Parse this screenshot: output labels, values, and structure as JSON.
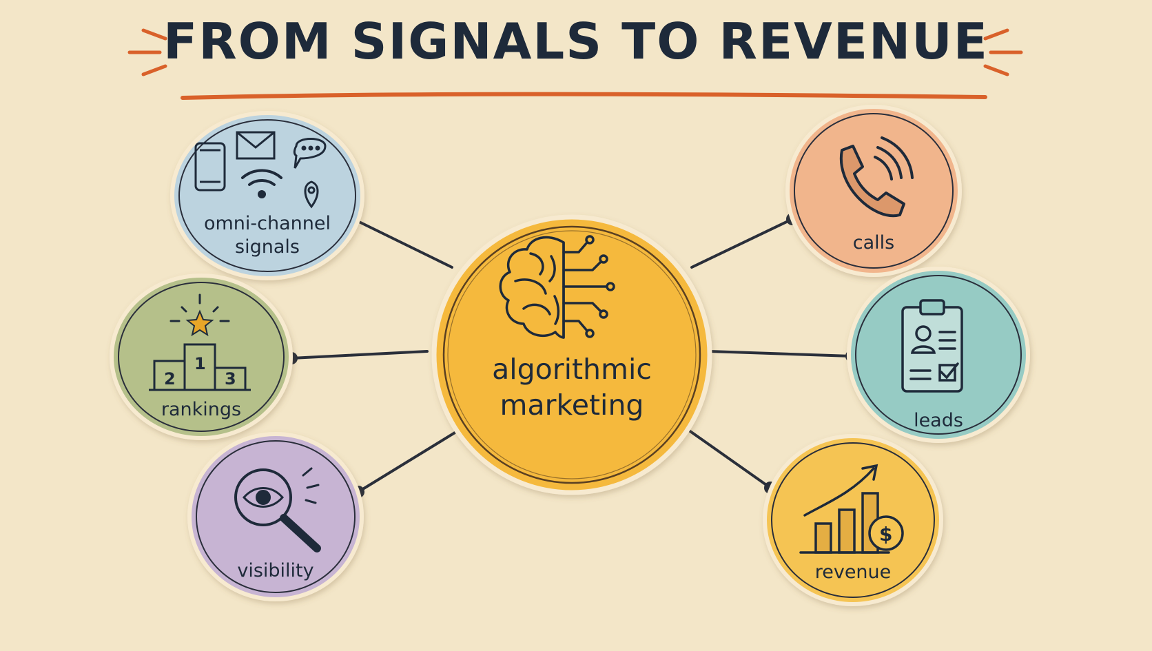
{
  "title": "FROM SIGNALS TO REVENUE",
  "colors": {
    "background": "#f3e6c8",
    "accent": "#d9612a",
    "ink": "#1e2a3a",
    "center": "#f5b93c",
    "omni": "#bcd3df",
    "rankings": "#b5c08a",
    "visibility": "#c7b4d3",
    "calls": "#f1b58c",
    "leads": "#96cbc4",
    "revenue": "#f5c452"
  },
  "center": {
    "label_line1": "algorithmic",
    "label_line2": "marketing",
    "icon": "brain-circuit-icon"
  },
  "nodes": {
    "omni": {
      "line1": "omni-channel",
      "line2": "signals",
      "icons": [
        "phone-icon",
        "envelope-icon",
        "chat-bubble-icon",
        "wifi-icon",
        "location-pin-icon"
      ]
    },
    "rankings": {
      "label": "rankings",
      "icon": "podium-icon",
      "podium": [
        "2",
        "1",
        "3"
      ]
    },
    "visibility": {
      "label": "visibility",
      "icon": "magnifier-eye-icon"
    },
    "calls": {
      "label": "calls",
      "icon": "telephone-icon"
    },
    "leads": {
      "label": "leads",
      "icon": "clipboard-icon"
    },
    "revenue": {
      "label": "revenue",
      "icon": "growth-chart-icon",
      "currency": "$"
    }
  }
}
